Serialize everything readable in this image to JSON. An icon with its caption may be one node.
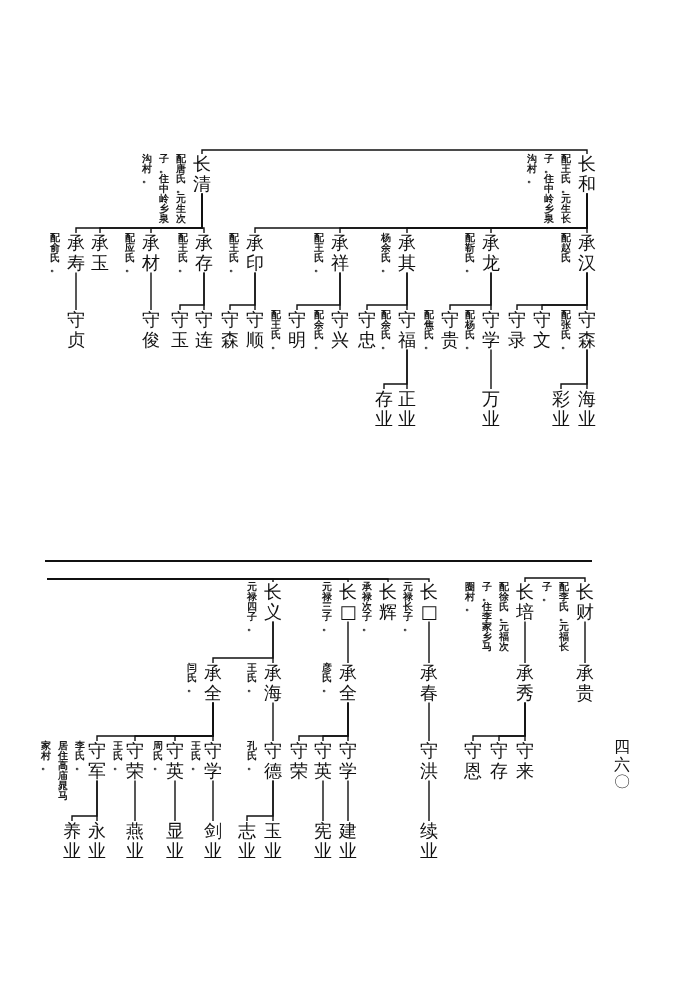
{
  "diagram": {
    "nodes": [
      {
        "text": [
          "长和"
        ],
        "beside": [
          "配王氏。元生长子。住中岭乡泉沟村。"
        ]
      },
      {
        "text": [
          "长清"
        ],
        "beside": [
          "配唐氏。元生次子。住中岭乡泉沟村。"
        ]
      },
      {
        "text": [
          "承汉"
        ],
        "beside": [
          "配赵氏"
        ]
      },
      {
        "text": [
          "承龙"
        ],
        "beside": [
          "配靳氏。"
        ]
      },
      {
        "text": [
          "承其"
        ],
        "beside": [
          "杨余氏。"
        ]
      },
      {
        "text": [
          "承祥"
        ],
        "beside": [
          "配王氏。"
        ]
      },
      {
        "text": [
          "承印"
        ],
        "beside": [
          "配王氏。"
        ]
      },
      {
        "text": [
          "承存"
        ],
        "beside": [
          "配王氏。"
        ]
      },
      {
        "text": [
          "承材"
        ],
        "beside": [
          "配应氏。"
        ]
      },
      {
        "text": [
          "承玉"
        ]
      },
      {
        "text": [
          "承寿"
        ],
        "beside": [
          "配俞氏。"
        ]
      },
      {
        "text": [
          "守森"
        ],
        "beside": [
          "配张氏。"
        ]
      },
      {
        "text": [
          "守文"
        ]
      },
      {
        "text": [
          "守录"
        ]
      },
      {
        "text": [
          "守学"
        ],
        "beside": [
          "配杨氏。"
        ]
      },
      {
        "text": [
          "守贵"
        ],
        "beside": [
          "配焦氏。"
        ]
      },
      {
        "text": [
          "守福"
        ],
        "beside": [
          "配余氏。"
        ]
      },
      {
        "text": [
          "守忠"
        ]
      },
      {
        "text": [
          "守兴"
        ],
        "beside": [
          "配余氏。"
        ]
      },
      {
        "text": [
          "守明"
        ],
        "beside": [
          "配王氏。"
        ]
      },
      {
        "text": [
          "守顺"
        ]
      },
      {
        "text": [
          "守森"
        ]
      },
      {
        "text": [
          "守连"
        ]
      },
      {
        "text": [
          "守玉"
        ]
      },
      {
        "text": [
          "守俊"
        ]
      },
      {
        "text": [
          "守贞"
        ]
      },
      {
        "text": [
          "海业"
        ]
      },
      {
        "text": [
          "彩业"
        ]
      },
      {
        "text": [
          "万业"
        ]
      },
      {
        "text": [
          "正业"
        ]
      },
      {
        "text": [
          "存业"
        ]
      },
      {
        "text": [
          "长财"
        ],
        "beside": [
          "配李氏。元福长子。"
        ]
      },
      {
        "text": [
          "长培"
        ],
        "beside": [
          "配徐氏。元福次子。住李家乡马圈村。"
        ]
      },
      {
        "text": [
          "长□"
        ],
        "beside": [
          "元禄长子。"
        ]
      },
      {
        "text": [
          "长辉"
        ],
        "beside": [
          "承禄次子。"
        ]
      },
      {
        "text": [
          "长□"
        ],
        "beside": [
          "元禄三子。"
        ]
      },
      {
        "text": [
          "长义"
        ],
        "beside": [
          "元禄四子。"
        ]
      },
      {
        "text": [
          "承贵"
        ]
      },
      {
        "text": [
          "承秀"
        ]
      },
      {
        "text": [
          "承春"
        ]
      },
      {
        "text": [
          "承全"
        ],
        "beside": [
          "彦氏。"
        ]
      },
      {
        "text": [
          "承海"
        ],
        "beside": [
          "王氏。"
        ]
      },
      {
        "text": [
          "承全"
        ],
        "beside": [
          "闫氏。"
        ]
      },
      {
        "text": [
          "守来"
        ]
      },
      {
        "text": [
          "守存"
        ]
      },
      {
        "text": [
          "守恩"
        ]
      },
      {
        "text": [
          "守洪"
        ]
      },
      {
        "text": [
          "守学"
        ]
      },
      {
        "text": [
          "守英"
        ]
      },
      {
        "text": [
          "守荣"
        ]
      },
      {
        "text": [
          "守德"
        ],
        "beside": [
          "孔氏。"
        ]
      },
      {
        "text": [
          "守学"
        ],
        "beside": [
          "王氏。"
        ]
      },
      {
        "text": [
          "守英"
        ],
        "beside": [
          "周氏。"
        ]
      },
      {
        "text": [
          "守荣"
        ],
        "beside": [
          "王氏。"
        ]
      },
      {
        "text": [
          "守军"
        ],
        "beside": [
          "李氏。",
          "居住高庙晁马家村。"
        ]
      },
      {
        "text": [
          "续业"
        ]
      },
      {
        "text": [
          "建业"
        ]
      },
      {
        "text": [
          "宪业"
        ]
      },
      {
        "text": [
          "玉业"
        ]
      },
      {
        "text": [
          "志业"
        ]
      },
      {
        "text": [
          "剑业"
        ]
      },
      {
        "text": [
          "显业"
        ]
      },
      {
        "text": [
          "燕业"
        ]
      },
      {
        "text": [
          "永业"
        ]
      },
      {
        "text": [
          "养业"
        ]
      }
    ],
    "edges": [
      {
        "from": 0,
        "to": 1,
        "arrow": "none"
      },
      {
        "from": 0,
        "to": 2,
        "arrow": "none"
      },
      {
        "from": 0,
        "to": 3,
        "arrow": "none"
      },
      {
        "from": 0,
        "to": 4,
        "arrow": "none"
      },
      {
        "from": 0,
        "to": 5,
        "arrow": "none"
      },
      {
        "from": 0,
        "to": 6,
        "arrow": "none"
      },
      {
        "from": 1,
        "to": 7,
        "arrow": "none"
      },
      {
        "from": 1,
        "to": 8,
        "arrow": "none"
      },
      {
        "from": 1,
        "to": 9,
        "arrow": "none"
      },
      {
        "from": 1,
        "to": 10,
        "arrow": "none"
      },
      {
        "from": 2,
        "to": 11,
        "arrow": "none"
      },
      {
        "from": 2,
        "to": 12,
        "arrow": "none"
      },
      {
        "from": 2,
        "to": 13,
        "arrow": "none"
      },
      {
        "from": 3,
        "to": 14,
        "arrow": "none"
      },
      {
        "from": 3,
        "to": 15,
        "arrow": "none"
      },
      {
        "from": 4,
        "to": 16,
        "arrow": "none"
      },
      {
        "from": 4,
        "to": 17,
        "arrow": "none"
      },
      {
        "from": 5,
        "to": 18,
        "arrow": "none"
      },
      {
        "from": 5,
        "to": 19,
        "arrow": "none"
      },
      {
        "from": 6,
        "to": 20,
        "arrow": "none"
      },
      {
        "from": 6,
        "to": 21,
        "arrow": "none"
      },
      {
        "from": 7,
        "to": 22,
        "arrow": "none"
      },
      {
        "from": 7,
        "to": 23,
        "arrow": "none"
      },
      {
        "from": 8,
        "to": 24,
        "arrow": "none"
      },
      {
        "from": 10,
        "to": 25,
        "arrow": "none"
      },
      {
        "from": 11,
        "to": 26,
        "arrow": "none"
      },
      {
        "from": 11,
        "to": 27,
        "arrow": "none"
      },
      {
        "from": 14,
        "to": 28,
        "arrow": "none"
      },
      {
        "from": 16,
        "to": 29,
        "arrow": "none"
      },
      {
        "from": 16,
        "to": 30,
        "arrow": "none"
      },
      {
        "from": 31,
        "to": 32,
        "arrow": "none"
      },
      {
        "from": null,
        "to": 33,
        "arrow": "none"
      },
      {
        "from": null,
        "to": 34,
        "arrow": "none"
      },
      {
        "from": null,
        "to": 35,
        "arrow": "none"
      },
      {
        "from": null,
        "to": 36,
        "arrow": "none"
      },
      {
        "from": 31,
        "to": 37,
        "arrow": "none"
      },
      {
        "from": 32,
        "to": 38,
        "arrow": "none"
      },
      {
        "from": 33,
        "to": 39,
        "arrow": "none"
      },
      {
        "from": 35,
        "to": 40,
        "arrow": "none"
      },
      {
        "from": 36,
        "to": 41,
        "arrow": "none"
      },
      {
        "from": 36,
        "to": 42,
        "arrow": "none"
      },
      {
        "from": 38,
        "to": 43,
        "arrow": "none"
      },
      {
        "from": 38,
        "to": 44,
        "arrow": "none"
      },
      {
        "from": 38,
        "to": 45,
        "arrow": "none"
      },
      {
        "from": 39,
        "to": 46,
        "arrow": "none"
      },
      {
        "from": 40,
        "to": 47,
        "arrow": "none"
      },
      {
        "from": 40,
        "to": 48,
        "arrow": "none"
      },
      {
        "from": 40,
        "to": 49,
        "arrow": "none"
      },
      {
        "from": 41,
        "to": 50,
        "arrow": "none"
      },
      {
        "from": 42,
        "to": 51,
        "arrow": "none"
      },
      {
        "from": 42,
        "to": 52,
        "arrow": "none"
      },
      {
        "from": 42,
        "to": 53,
        "arrow": "none"
      },
      {
        "from": 42,
        "to": 54,
        "arrow": "none"
      },
      {
        "from": 46,
        "to": 55,
        "arrow": "none"
      },
      {
        "from": 47,
        "to": 56,
        "arrow": "none"
      },
      {
        "from": 48,
        "to": 57,
        "arrow": "none"
      },
      {
        "from": 50,
        "to": 58,
        "arrow": "none"
      },
      {
        "from": 50,
        "to": 59,
        "arrow": "none"
      },
      {
        "from": 51,
        "to": 60,
        "arrow": "none"
      },
      {
        "from": 52,
        "to": 61,
        "arrow": "none"
      },
      {
        "from": 53,
        "to": 62,
        "arrow": "none"
      },
      {
        "from": 54,
        "to": 63,
        "arrow": "none"
      },
      {
        "from": 54,
        "to": 64,
        "arrow": "none"
      }
    ],
    "labels": [
      "四六〇"
    ]
  }
}
